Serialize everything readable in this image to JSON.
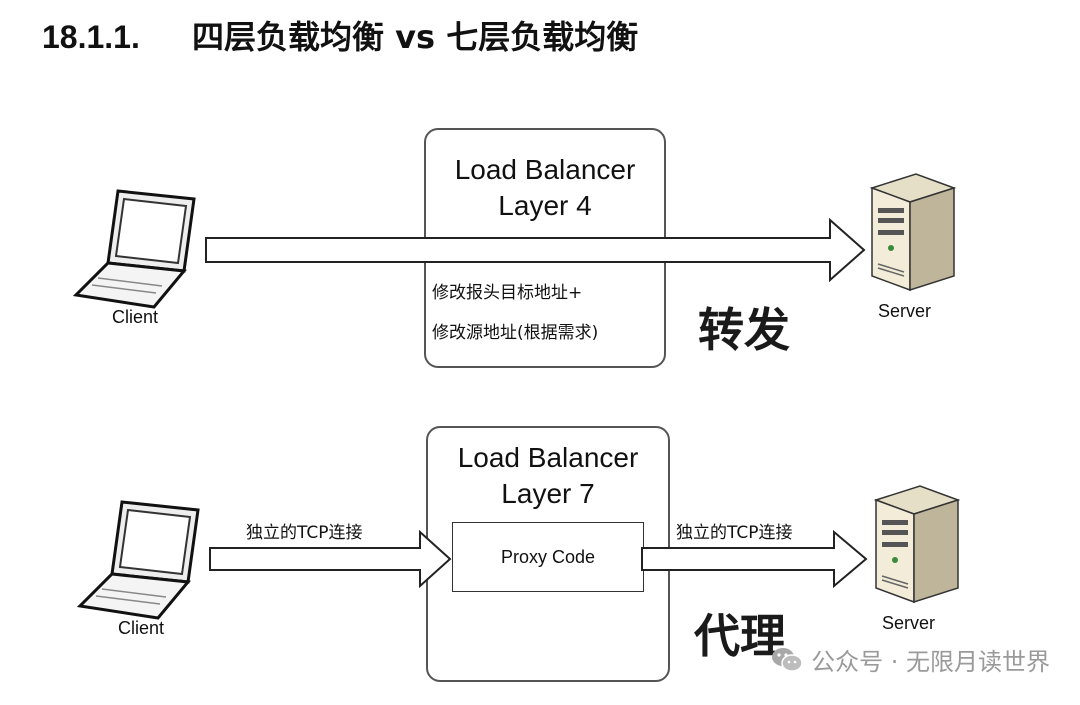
{
  "heading": {
    "number": "18.1.1.",
    "title": "四层负载均衡 vs 七层负载均衡"
  },
  "layer4": {
    "title_line1": "Load Balancer",
    "title_line2": "Layer 4",
    "note_line1": "修改报头目标地址+",
    "note_line2": "修改源地址(根据需求)",
    "action": "转发",
    "client_label": "Client",
    "server_label": "Server"
  },
  "layer7": {
    "title_line1": "Load Balancer",
    "title_line2": "Layer 7",
    "proxy_label": "Proxy Code",
    "conn_left": "独立的TCP连接",
    "conn_right": "独立的TCP连接",
    "action": "代理",
    "client_label": "Client",
    "server_label": "Server"
  },
  "watermark": {
    "text": "公众号 · 无限月读世界",
    "icon": "wechat-icon"
  }
}
